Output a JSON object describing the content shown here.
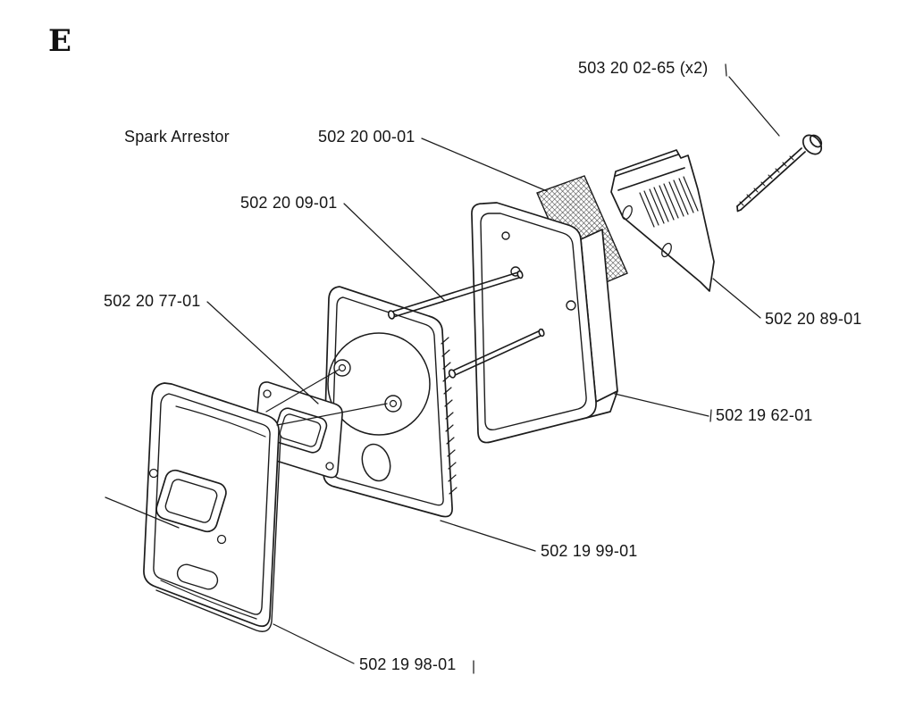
{
  "figure": {
    "letter": "E"
  },
  "title": "Spark Arrestor",
  "labels": {
    "screw": "503 20 02-65 (x2)",
    "screen": "502 20 00-01",
    "stud": "502 20 09-01",
    "gasket": "502 20 77-01",
    "cover_plate": "502 20 89-01",
    "muffler_inner_half": "502 19 62-01",
    "baffle_plate": "502 19 99-01",
    "muffler_outer_half": "502 19 98-01"
  },
  "colors": {
    "ink": "#1c1c1c",
    "background": "#ffffff"
  }
}
